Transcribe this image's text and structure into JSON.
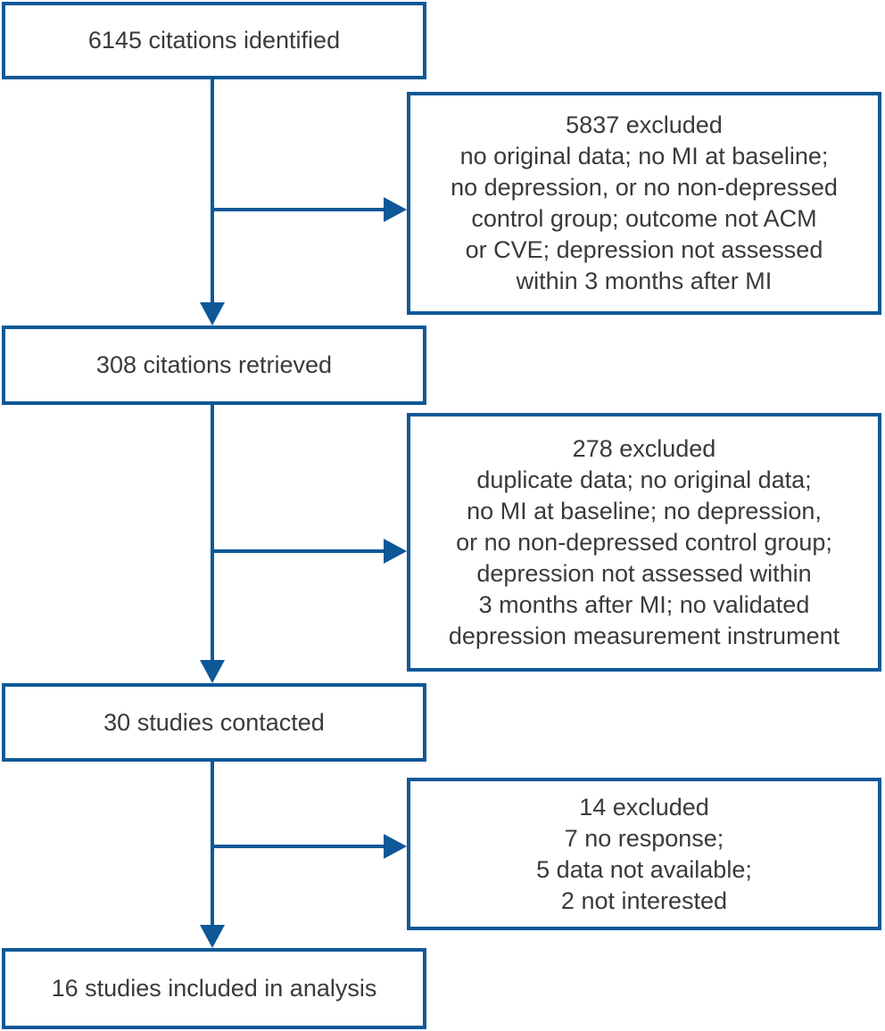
{
  "colors": {
    "accent": "#0e5898",
    "text": "#3a3a3a"
  },
  "flow": {
    "main_boxes": [
      {
        "label": "6145 citations identified"
      },
      {
        "label": "308 citations retrieved"
      },
      {
        "label": "30 studies contacted"
      },
      {
        "label": "16 studies included in analysis"
      }
    ],
    "exclusion_boxes": [
      {
        "label": "5837 excluded\nno original data; no MI at baseline;\nno depression, or no non-depressed\ncontrol group; outcome not ACM\nor CVE; depression not assessed\nwithin 3 months after MI"
      },
      {
        "label": "278 excluded\nduplicate data; no original data;\nno MI at baseline; no depression,\nor no non-depressed control group;\ndepression not assessed within\n3 months after MI; no validated\ndepression measurement instrument"
      },
      {
        "label": "14 excluded\n7 no response;\n5 data not available;\n2 not interested"
      }
    ]
  }
}
